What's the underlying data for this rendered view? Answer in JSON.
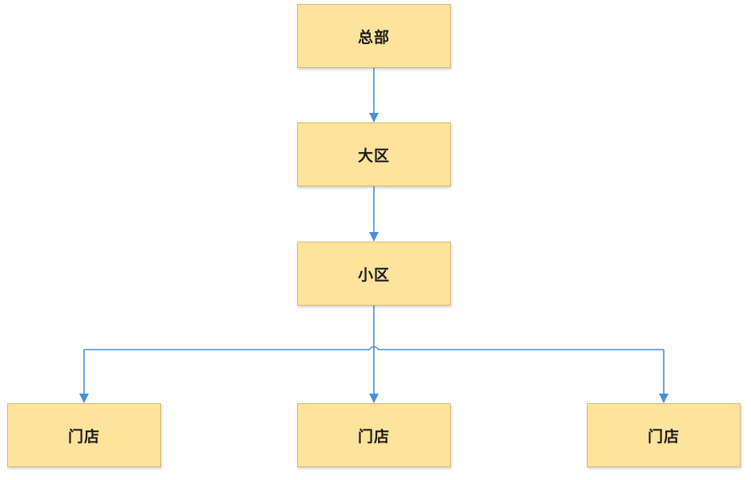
{
  "diagram": {
    "colors": {
      "node_fill": "#fde39c",
      "node_border": "#d9bb72",
      "connector": "#4a90d9"
    },
    "nodes": {
      "hq": "总部",
      "region": "大区",
      "area": "小区",
      "store_1": "门店",
      "store_2": "门店",
      "store_3": "门店"
    },
    "edges": [
      [
        "hq",
        "region"
      ],
      [
        "region",
        "area"
      ],
      [
        "area",
        "store_1"
      ],
      [
        "area",
        "store_2"
      ],
      [
        "area",
        "store_3"
      ]
    ]
  }
}
